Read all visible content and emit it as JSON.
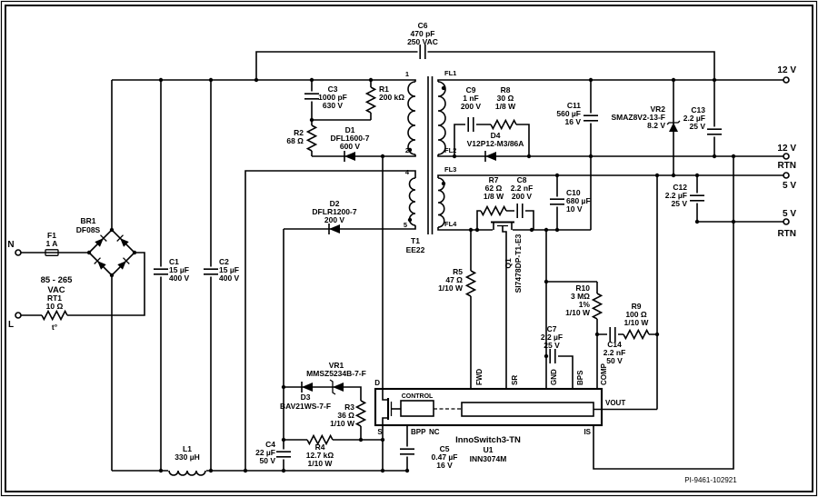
{
  "schematic": {
    "input": {
      "terminal_n": "N",
      "terminal_l": "L",
      "range_line1": "85 - 265",
      "range_line2": "VAC"
    },
    "components": {
      "f1": {
        "ref": "F1",
        "v1": "1 A"
      },
      "rt1": {
        "ref": "RT1",
        "v1": "10 Ω",
        "v2": "t°"
      },
      "br1": {
        "ref": "BR1",
        "v1": "DF08S"
      },
      "c1": {
        "ref": "C1",
        "v1": "15 µF",
        "v2": "400 V"
      },
      "c2": {
        "ref": "C2",
        "v1": "15 µF",
        "v2": "400 V"
      },
      "c3": {
        "ref": "C3",
        "v1": "1000 pF",
        "v2": "630 V"
      },
      "c4": {
        "ref": "C4",
        "v1": "22 µF",
        "v2": "50 V"
      },
      "c5": {
        "ref": "C5",
        "v1": "0.47 µF",
        "v2": "16 V"
      },
      "c6": {
        "ref": "C6",
        "v1": "470 pF",
        "v2": "250 VAC"
      },
      "c7": {
        "ref": "C7",
        "v1": "2.2 µF",
        "v2": "25 V"
      },
      "c8": {
        "ref": "C8",
        "v1": "2.2 nF",
        "v2": "200 V"
      },
      "c9": {
        "ref": "C9",
        "v1": "1 nF",
        "v2": "200 V"
      },
      "c10": {
        "ref": "C10",
        "v1": "680 µF",
        "v2": "10 V"
      },
      "c11": {
        "ref": "C11",
        "v1": "560 µF",
        "v2": "16 V"
      },
      "c12": {
        "ref": "C12",
        "v1": "2.2 µF",
        "v2": "25 V"
      },
      "c13": {
        "ref": "C13",
        "v1": "2.2 µF",
        "v2": "25 V"
      },
      "c14": {
        "ref": "C14",
        "v1": "2.2 nF",
        "v2": "50 V"
      },
      "r1": {
        "ref": "R1",
        "v1": "200 kΩ"
      },
      "r2": {
        "ref": "R2",
        "v1": "68 Ω"
      },
      "r3": {
        "ref": "R3",
        "v1": "36 Ω",
        "v2": "1/10 W"
      },
      "r4": {
        "ref": "R4",
        "v1": "12.7 kΩ",
        "v2": "1/10 W"
      },
      "r5": {
        "ref": "R5",
        "v1": "47 Ω",
        "v2": "1/10 W"
      },
      "r7": {
        "ref": "R7",
        "v1": "62 Ω",
        "v2": "1/8 W"
      },
      "r8": {
        "ref": "R8",
        "v1": "30 Ω",
        "v2": "1/8 W"
      },
      "r9": {
        "ref": "R9",
        "v1": "100 Ω",
        "v2": "1/10 W"
      },
      "r10": {
        "ref": "R10",
        "v1": "3 MΩ",
        "v2": "1%",
        "v3": "1/10 W"
      },
      "d1": {
        "ref": "D1",
        "v1": "DFL1600-7",
        "v2": "600 V"
      },
      "d2": {
        "ref": "D2",
        "v1": "DFLR1200-7",
        "v2": "200 V"
      },
      "d3": {
        "ref": "D3",
        "v1": "BAV21WS-7-F"
      },
      "d4": {
        "ref": "D4",
        "v1": "V12P12-M3/86A"
      },
      "vr1": {
        "ref": "VR1",
        "v1": "MMSZ5234B-7-F"
      },
      "vr2": {
        "ref": "VR2",
        "v1": "SMAZ8V2-13-F",
        "v2": "8.2 V"
      },
      "l1": {
        "ref": "L1",
        "v1": "330 µH"
      },
      "q1": {
        "ref": "Q1",
        "v1": "SI7478DP-T1-E3"
      }
    },
    "transformer": {
      "ref": "T1",
      "core": "EE22",
      "pin1": "1",
      "pin2": "2",
      "pin4": "4",
      "pin5": "5",
      "fl1": "FL1",
      "fl2": "FL2",
      "fl3": "FL3",
      "fl4": "FL4"
    },
    "ic": {
      "name": "InnoSwitch3-TN",
      "ref": "U1",
      "part": "INN3074M",
      "control": "CONTROL",
      "pins": {
        "d": "D",
        "s": "S",
        "bpp": "BPP",
        "nc": "NC",
        "fwd": "FWD",
        "sr": "SR",
        "gnd": "GND",
        "bps": "BPS",
        "comp": "COMP",
        "vout": "VOUT",
        "is": "IS"
      }
    },
    "outputs": {
      "out12": "12 V",
      "rtn12_a": "12 V",
      "rtn12_b": "RTN",
      "out5": "5 V",
      "rtn5_a": "5 V",
      "rtn5_b": "RTN"
    },
    "drawing_number": "PI-9461-102921"
  }
}
